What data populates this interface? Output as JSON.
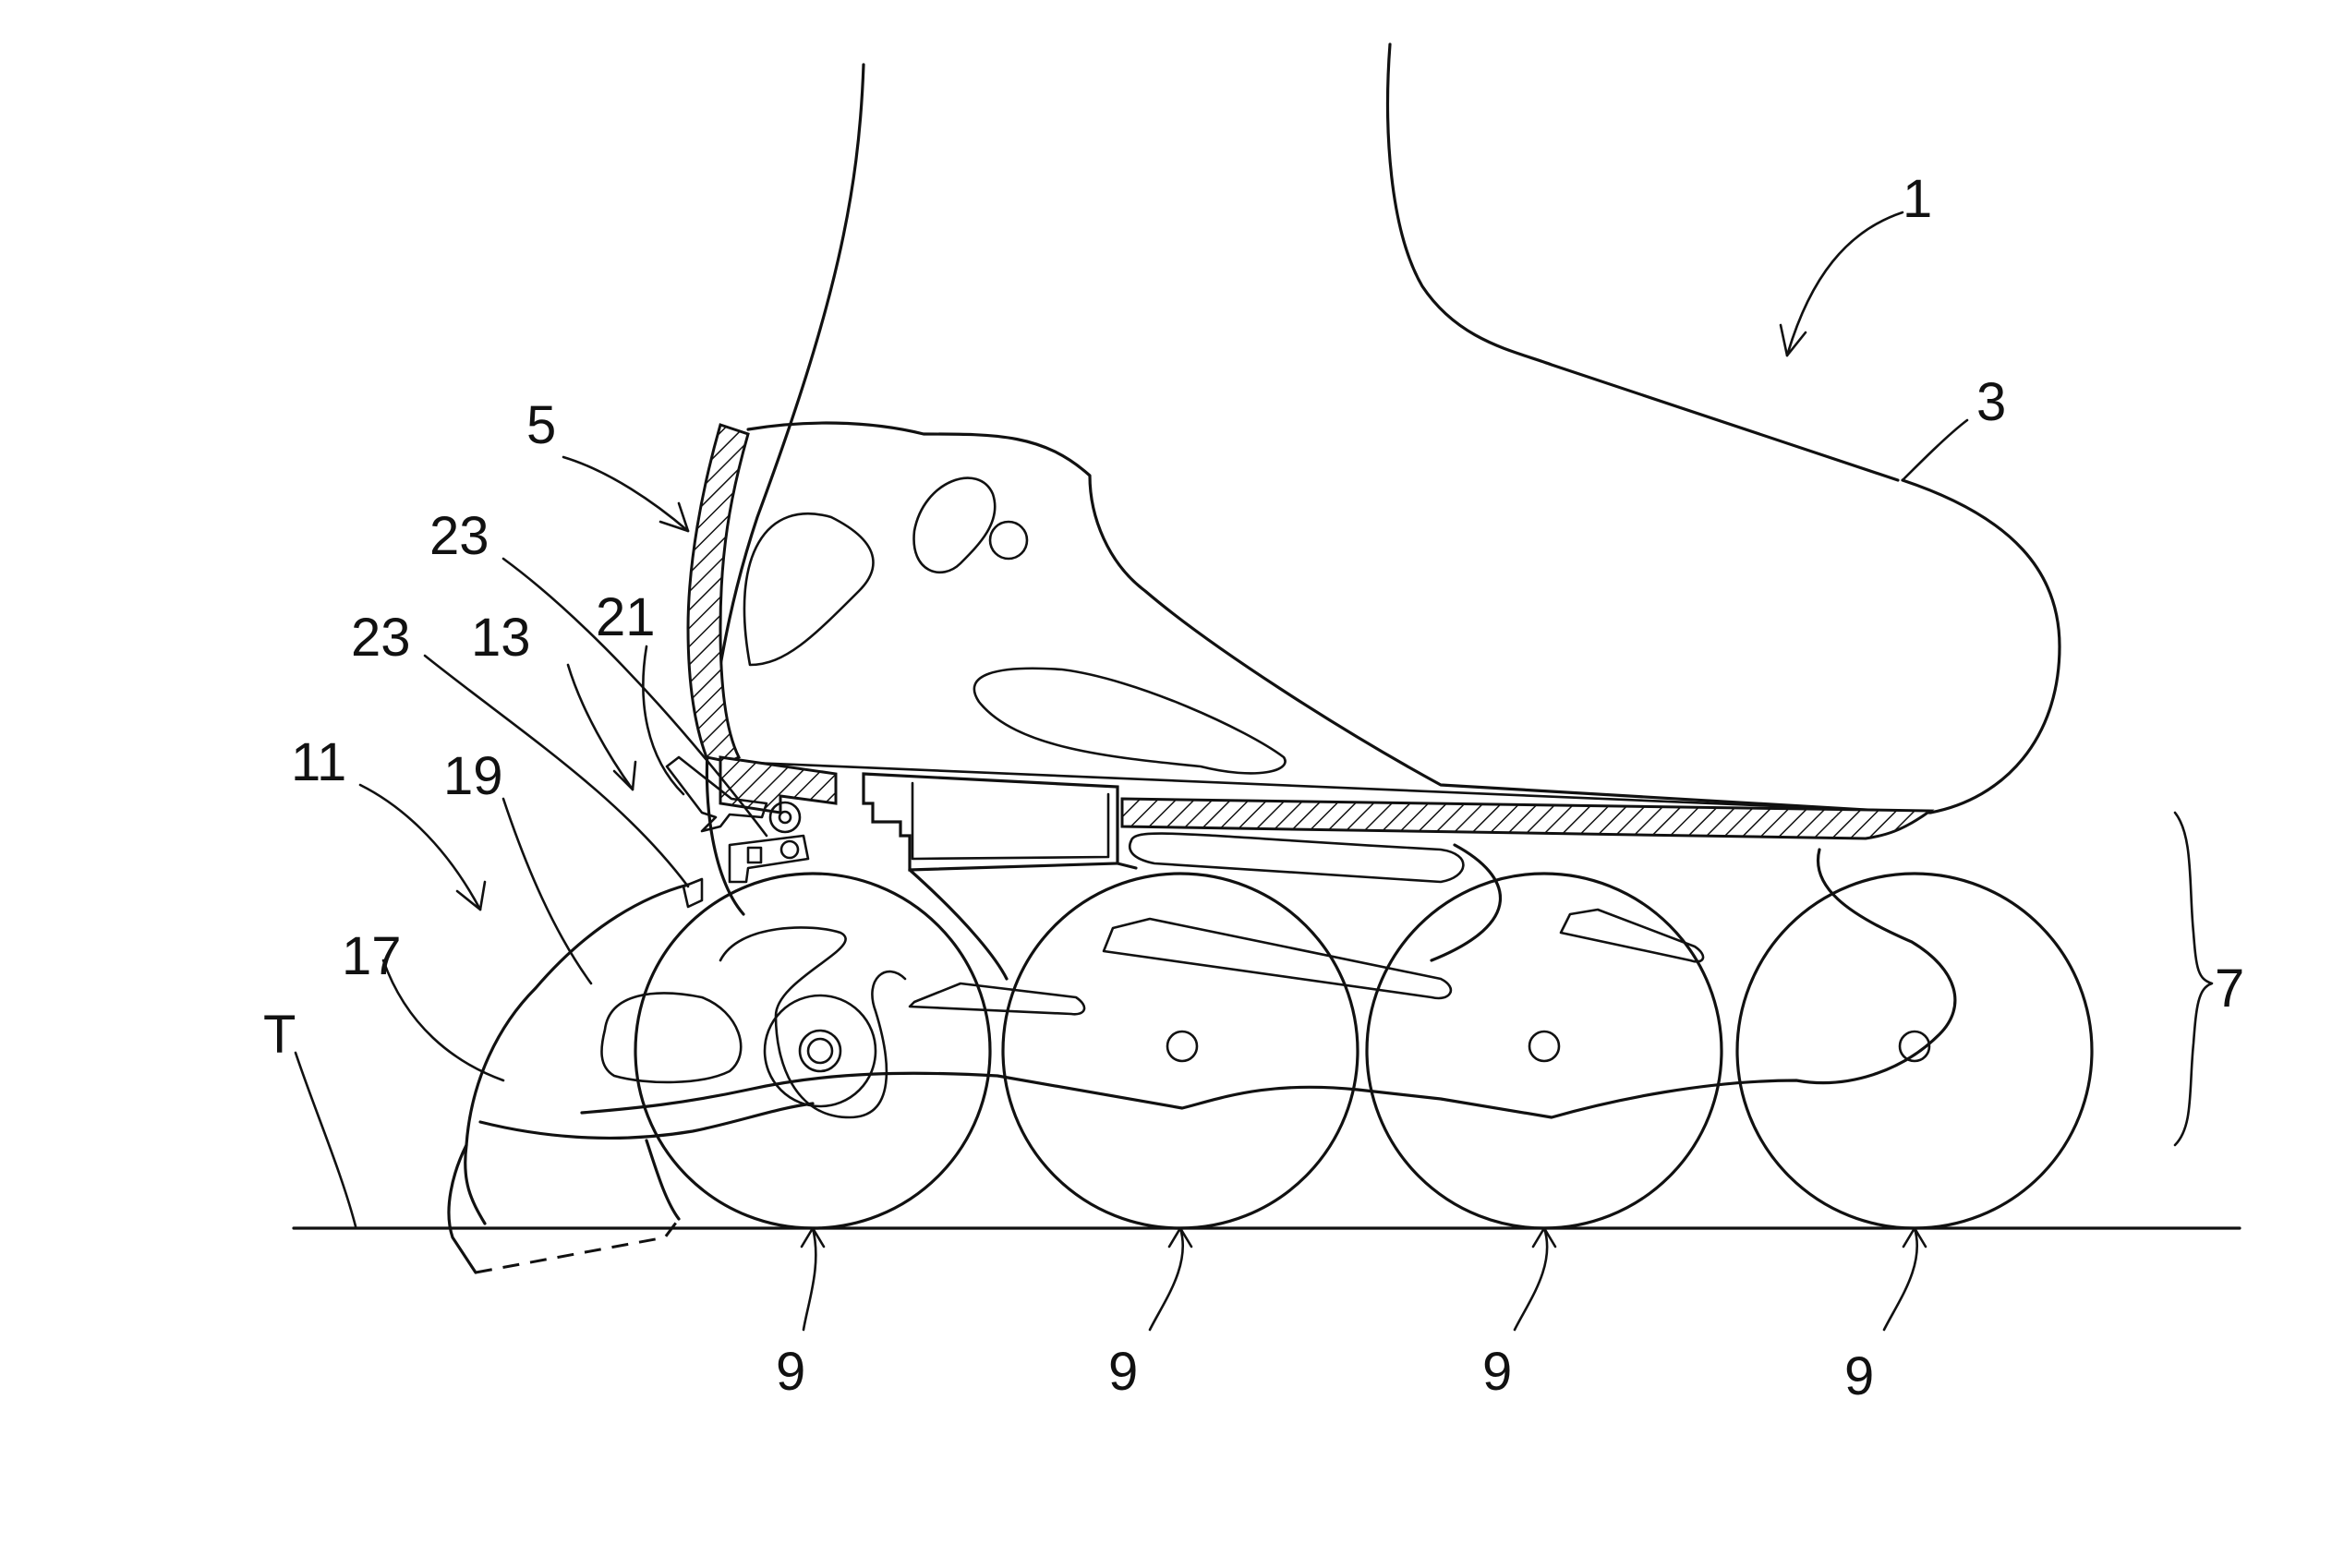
{
  "labels": {
    "skate": "1",
    "boot": "3",
    "rear_shell": "5",
    "frame": "7",
    "wheel_1": "9",
    "wheel_2": "9",
    "wheel_3": "9",
    "wheel_4": "9",
    "brake_device": "11",
    "mount": "13",
    "brake_pad": "17",
    "brake_arm": "19",
    "pivot": "21",
    "stopper_upper": "23",
    "stopper_lower": "23",
    "ground": "T"
  }
}
